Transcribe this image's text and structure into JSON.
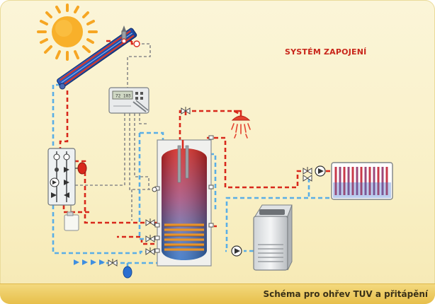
{
  "title": "SYSTÉM ZAPOJENÍ",
  "caption": "Schéma pro ohřev TUV a přitápění",
  "controller_display": "72 103",
  "colors": {
    "hot_pipe": "#d8281b",
    "cold_pipe": "#5aaee6",
    "grey_wire": "#8a8a8a",
    "sun": "#f6a623",
    "background": "#f9f0c6",
    "footer": "#e7bf4b"
  },
  "components": [
    {
      "name": "sun-icon"
    },
    {
      "name": "solar-collector"
    },
    {
      "name": "controller-unit"
    },
    {
      "name": "pump-station"
    },
    {
      "name": "expansion-vessel"
    },
    {
      "name": "storage-tank"
    },
    {
      "name": "shower-head"
    },
    {
      "name": "boiler"
    },
    {
      "name": "radiator"
    },
    {
      "name": "circulation-pump"
    },
    {
      "name": "antifreeze-canister"
    },
    {
      "name": "cold-water-inlet"
    }
  ]
}
